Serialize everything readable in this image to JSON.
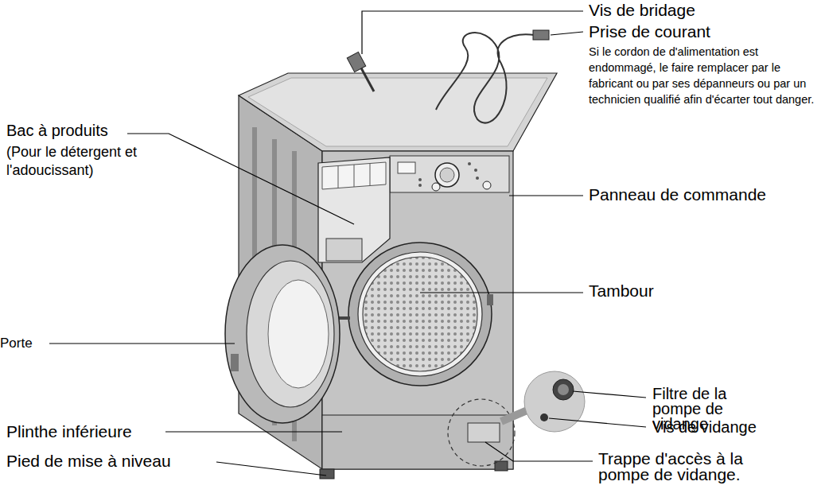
{
  "diagram": {
    "labels": [
      "Vis de bridage",
      "Prise de courant",
      "Si le cordon de d'alimentation est endommagé, le faire remplacer par le fabricant ou par ses dépanneurs ou par un technicien qualifié afin d'écarter tout danger.",
      "Bac à produits",
      "(Pour le détergent et l'adoucissant)",
      "Panneau de commande",
      "Tambour",
      "Porte",
      "Filtre de la pompe de vidange",
      "Vis de vidange",
      "Plinthe inférieure",
      "Pied de mise à niveau",
      "Trappe d'accès à la pompe de vidange."
    ]
  }
}
